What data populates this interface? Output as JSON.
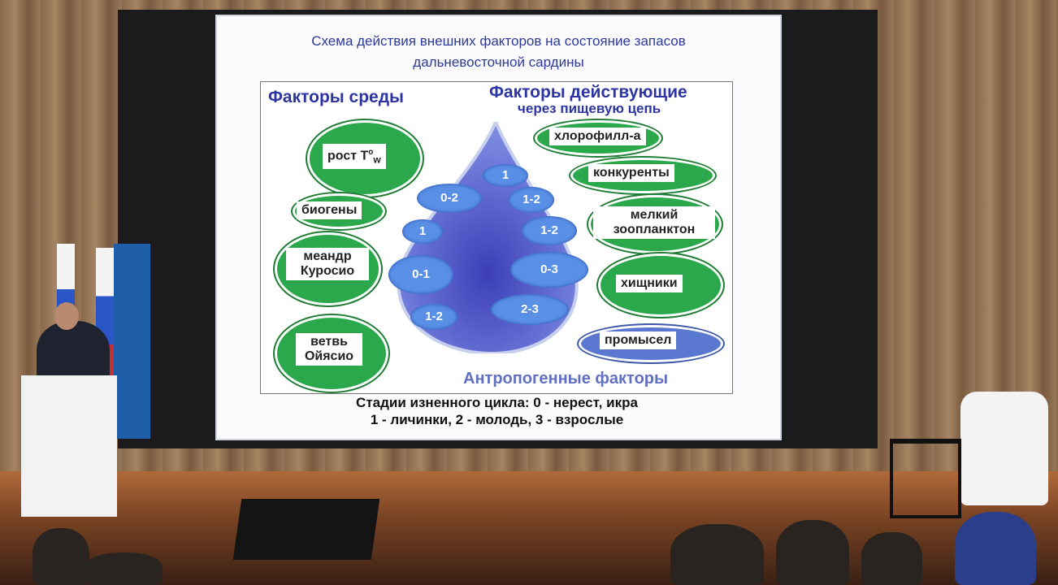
{
  "slide": {
    "title_line1": "Схема действия внешних факторов на состояние запасов",
    "title_line2": "дальневосточной сардины",
    "env_factors_header": "Факторы среды",
    "food_factors_header": "Факторы действующие",
    "food_factors_subheader": "через пищевую цепь",
    "anthro_header": "Антропогенные факторы",
    "left_bubbles": [
      "рост T",
      "биогены",
      "меандр Куросио",
      "ветвь Ойясио"
    ],
    "temp_sup": "o",
    "temp_sub": "w",
    "right_bubbles": [
      "хлорофилл-а",
      "конкуренты",
      "мелкий зоопланктон",
      "хищники",
      "промысел"
    ],
    "clouds": [
      "1",
      "0-2",
      "1-2",
      "1",
      "1-2",
      "0-1",
      "0-3",
      "1-2",
      "2-3"
    ],
    "footer_line1": "Стадии изненного цикла: 0 - нерест, икра",
    "footer_line2": "1 - личинки, 2 - молодь, 3 - взрослые"
  },
  "colors": {
    "title": "#2b3a9a",
    "bubble_green": "#2aa84b",
    "bubble_blue": "#5a78cf",
    "drop": "#4a55c8",
    "cloud": "#5a8fe6"
  }
}
